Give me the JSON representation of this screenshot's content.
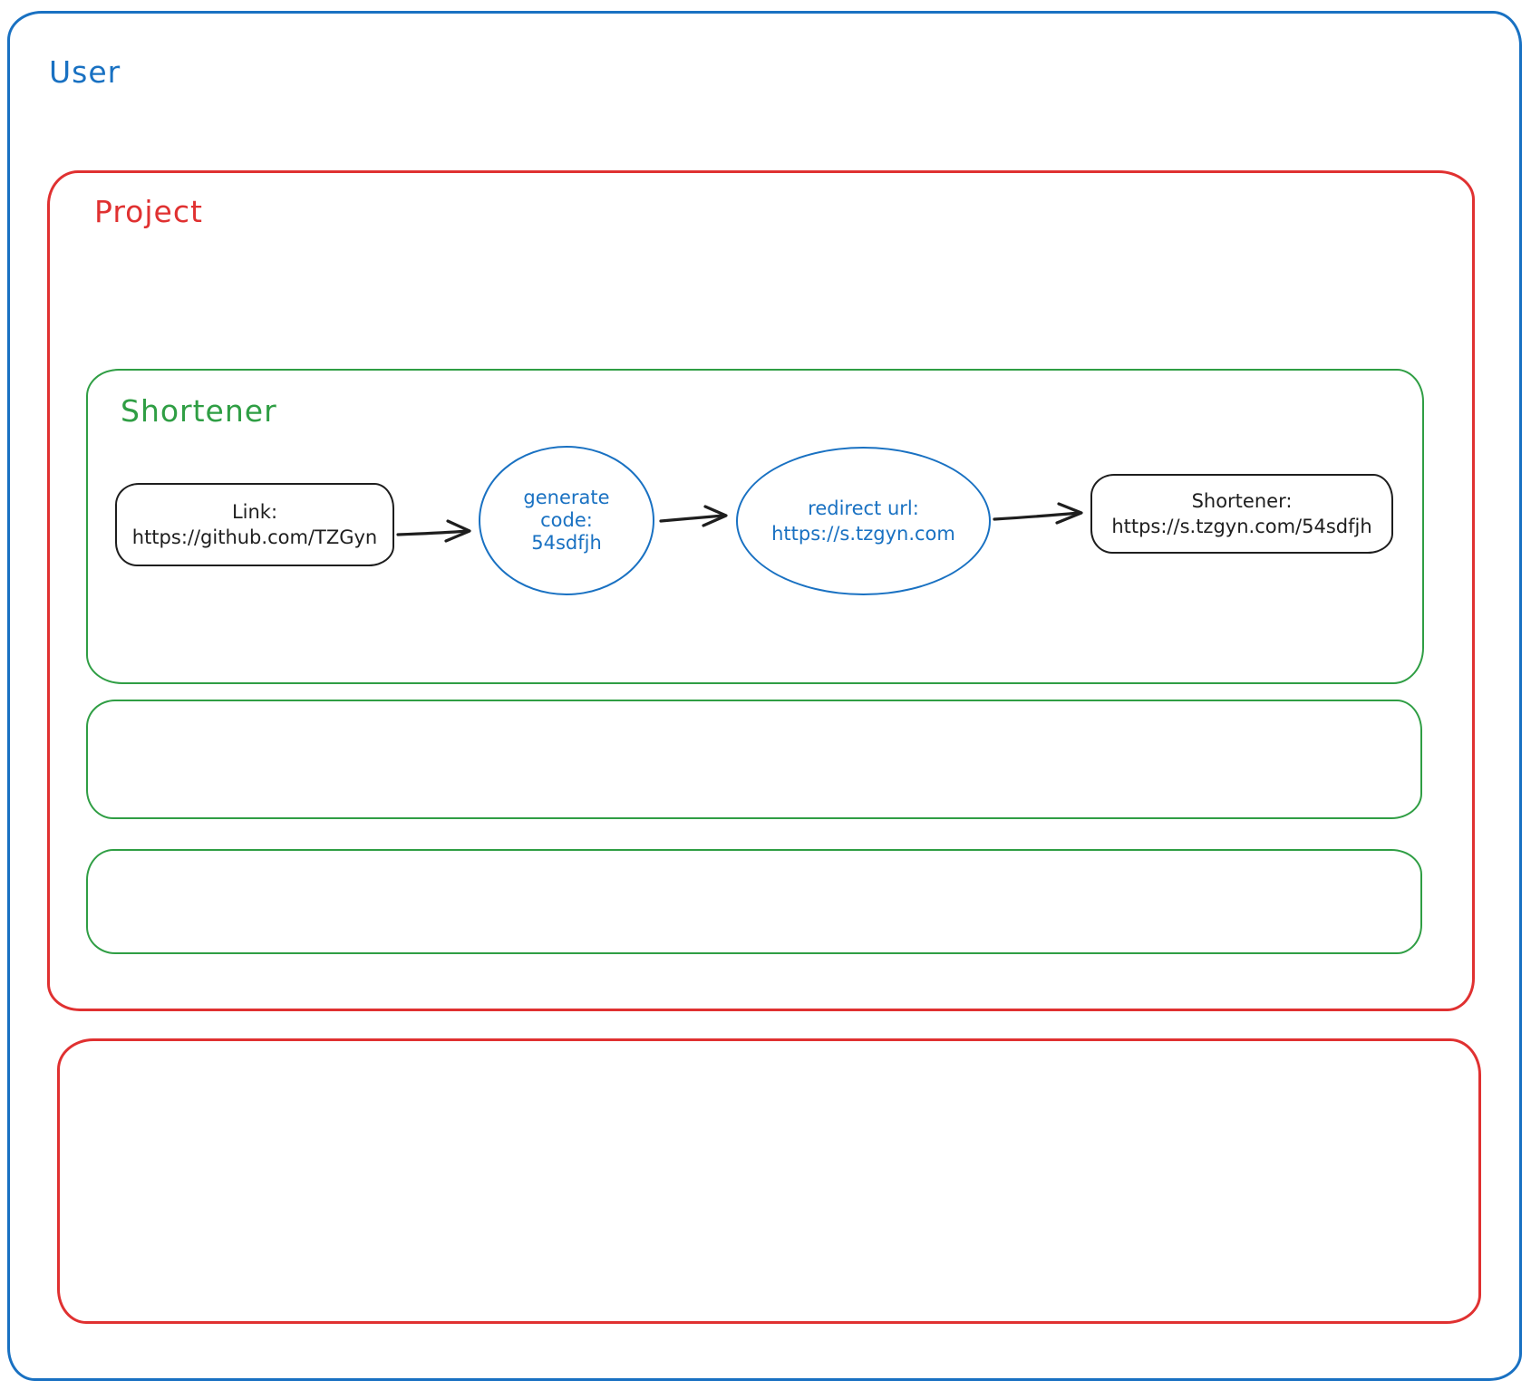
{
  "colors": {
    "user_accent": "#1971c2",
    "project_accent": "#e03131",
    "shortener_accent": "#2f9e44",
    "node_stroke": "#1e1e1e",
    "arrow_stroke": "#1e1e1e",
    "background": "#ffffff"
  },
  "containers": {
    "user": {
      "label": "User"
    },
    "project": {
      "label": "Project"
    },
    "shortener": {
      "label": "Shortener"
    }
  },
  "flow": {
    "link_node": {
      "title": "Link:",
      "url": "https://github.com/TZGyn"
    },
    "generate_node": {
      "line1": "generate",
      "line2": "code:",
      "line3": "54sdfjh"
    },
    "redirect_node": {
      "title": "redirect url:",
      "url": "https://s.tzgyn.com"
    },
    "result_node": {
      "title": "Shortener:",
      "url": "https://s.tzgyn.com/54sdfjh"
    }
  }
}
